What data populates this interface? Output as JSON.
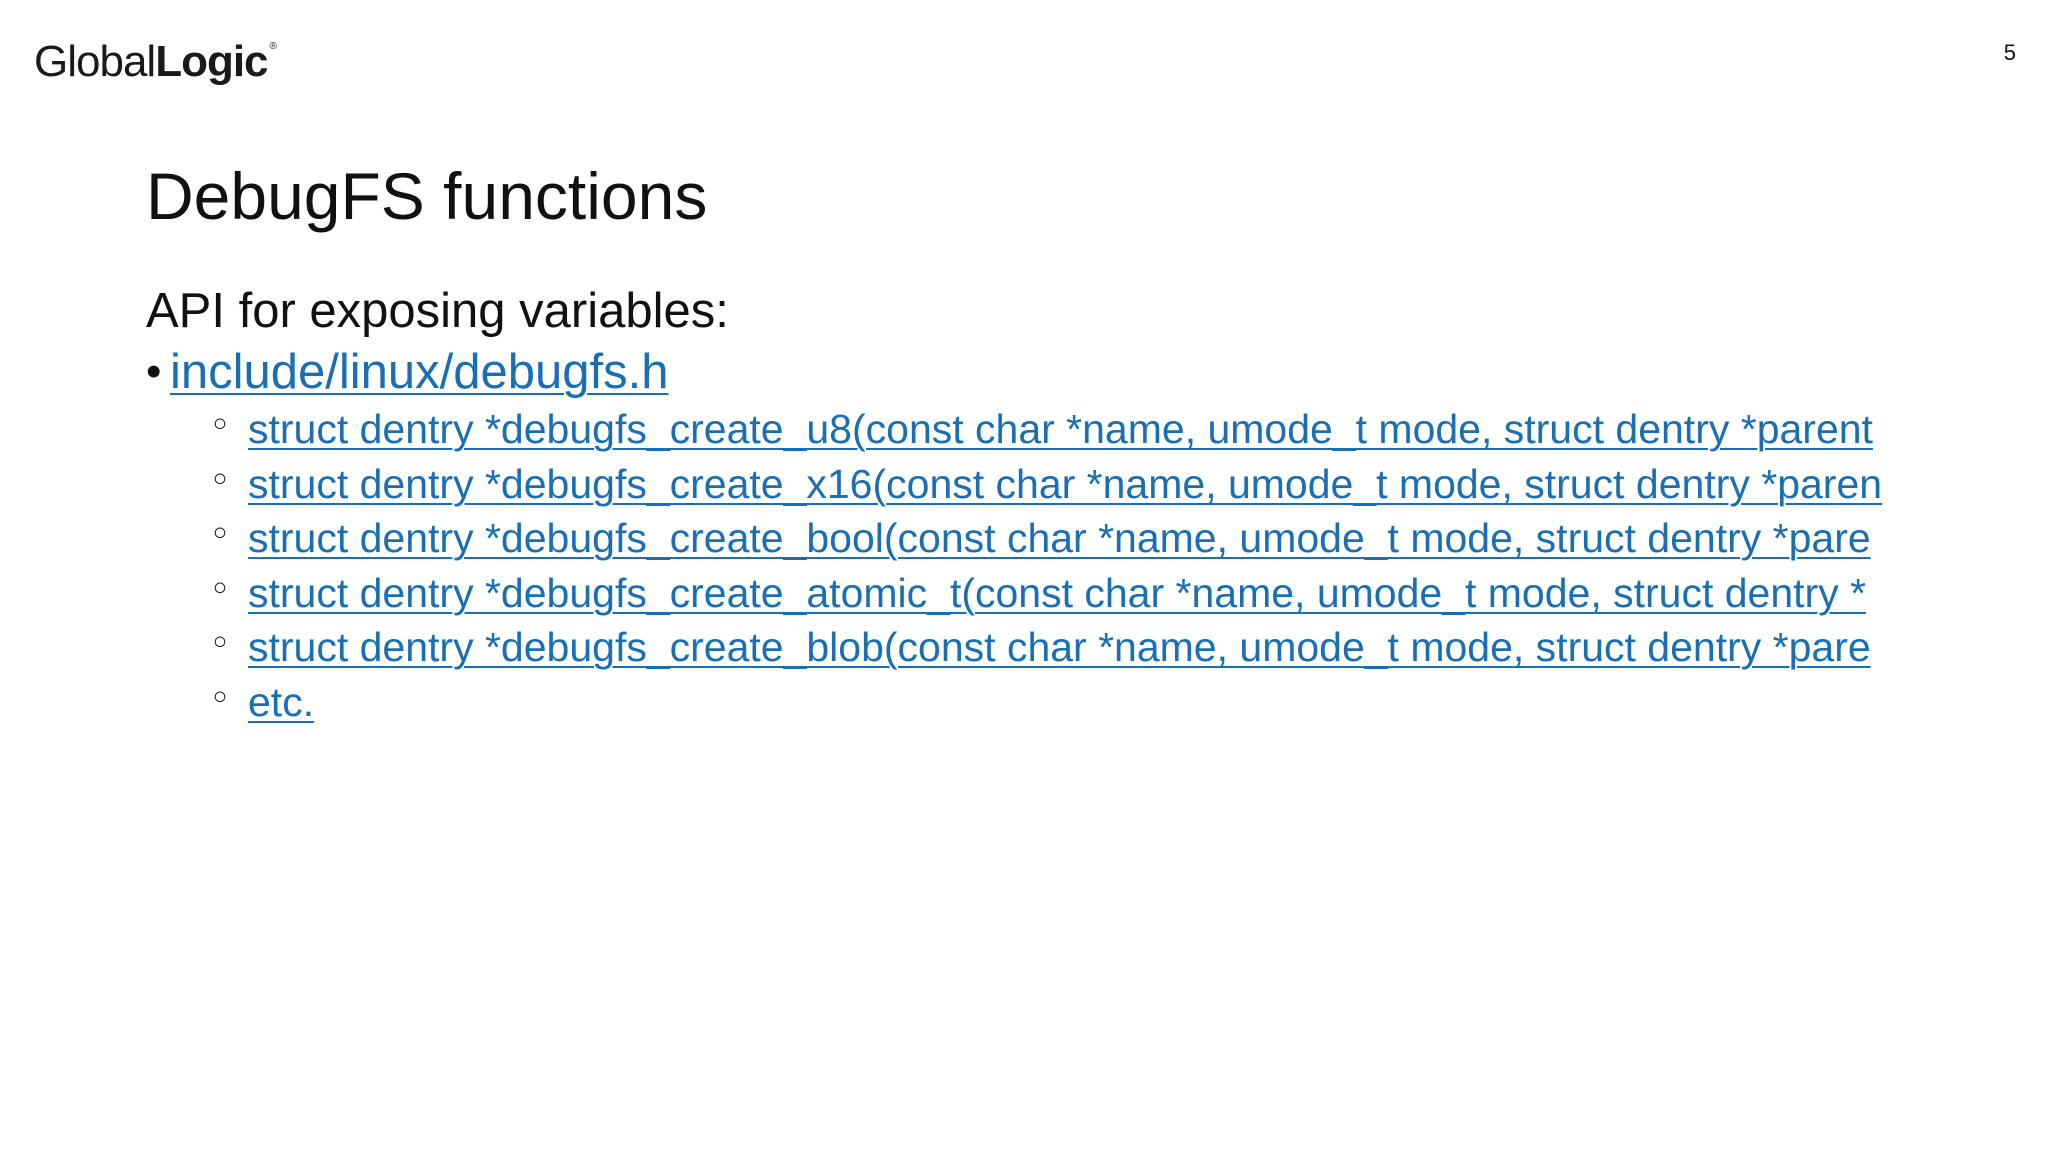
{
  "logo": {
    "light": "Global",
    "bold": "Logic",
    "mark": "®"
  },
  "slide_number": "5",
  "title": "DebugFS functions",
  "intro": "API for exposing variables:",
  "bullet_symbol": "•",
  "sub_bullet_symbol": "○",
  "header_link": "include/linux/debugfs.h",
  "functions": [
    "struct dentry *debugfs_create_u8(const char *name, umode_t mode, struct dentry *parent",
    "struct dentry *debugfs_create_x16(const char *name, umode_t mode, struct dentry *paren",
    "struct dentry *debugfs_create_bool(const char *name, umode_t mode, struct dentry *pare",
    "struct dentry *debugfs_create_atomic_t(const char *name, umode_t mode, struct dentry *",
    "struct dentry *debugfs_create_blob(const char *name, umode_t mode, struct dentry *pare",
    "etc."
  ],
  "colors": {
    "link": "#1a6fb4",
    "text": "#111111",
    "background": "#ffffff"
  }
}
